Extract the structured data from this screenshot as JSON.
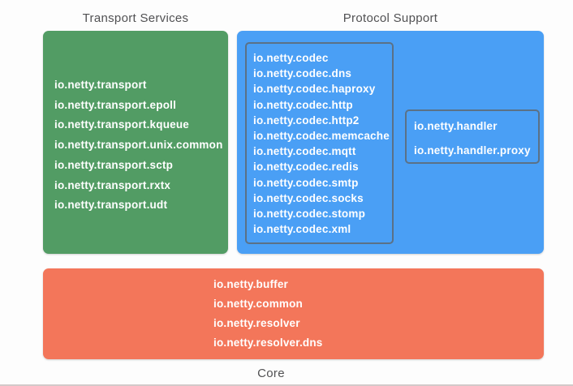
{
  "diagram": {
    "background_color": "#fdfdfd",
    "title_color": "#515153",
    "package_text_color": "#ffffff",
    "group_border_color": "#5b7186",
    "sections": {
      "transport": {
        "title": "Transport Services",
        "color": "#529c64",
        "packages": [
          "io.netty.transport",
          "io.netty.transport.epoll",
          "io.netty.transport.kqueue",
          "io.netty.transport.unix.common",
          "io.netty.transport.sctp",
          "io.netty.transport.rxtx",
          "io.netty.transport.udt"
        ]
      },
      "protocol": {
        "title": "Protocol Support",
        "color": "#4a9ff5",
        "codec_packages": [
          "io.netty.codec",
          "io.netty.codec.dns",
          "io.netty.codec.haproxy",
          "io.netty.codec.http",
          "io.netty.codec.http2",
          "io.netty.codec.memcache",
          "io.netty.codec.mqtt",
          "io.netty.codec.redis",
          "io.netty.codec.smtp",
          "io.netty.codec.socks",
          "io.netty.codec.stomp",
          "io.netty.codec.xml"
        ],
        "handler_packages": [
          "io.netty.handler",
          "io.netty.handler.proxy"
        ]
      },
      "core": {
        "title": "Core",
        "color": "#f3765a",
        "packages": [
          "io.netty.buffer",
          "io.netty.common",
          "io.netty.resolver",
          "io.netty.resolver.dns"
        ]
      }
    }
  }
}
